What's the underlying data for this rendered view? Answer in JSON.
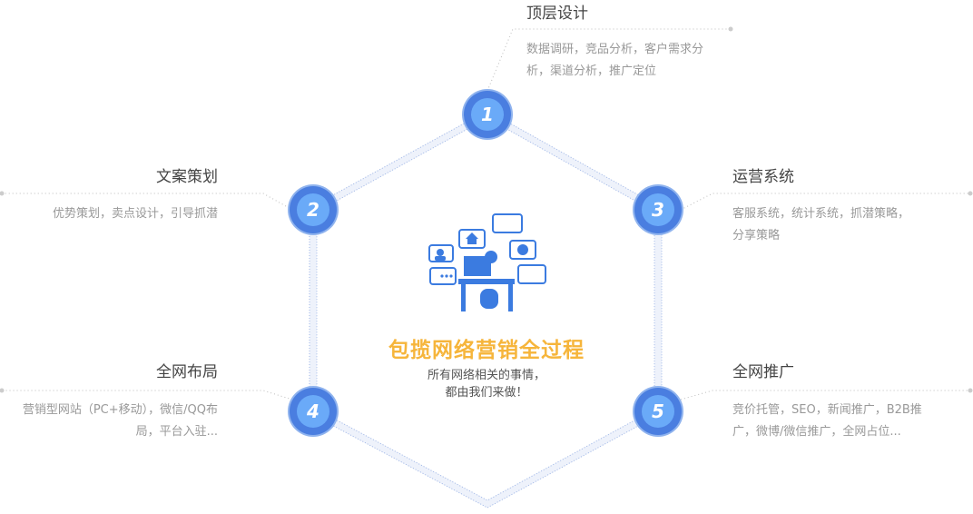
{
  "center": {
    "title": "包揽网络营销全过程",
    "subtitle_line1": "所有网络相关的事情，",
    "subtitle_line2": "都由我们来做！",
    "icon": "desk-worker-icon"
  },
  "steps": [
    {
      "num": "1",
      "title": "顶层设计",
      "desc": "数据调研，竞品分析，客户需求分析，渠道分析，推广定位"
    },
    {
      "num": "2",
      "title": "文案策划",
      "desc": "优势策划，卖点设计，引导抓潜"
    },
    {
      "num": "3",
      "title": "运营系统",
      "desc": "客服系统，统计系统，抓潜策略，分享策略"
    },
    {
      "num": "4",
      "title": "全网布局",
      "desc": "营销型网站（PC+移动），微信/QQ布局，平台入驻..."
    },
    {
      "num": "5",
      "title": "全网推广",
      "desc": "竞价托管，SEO，新闻推广，B2B推广，微博/微信推广，全网占位..."
    }
  ],
  "colors": {
    "accent": "#4a7ee0",
    "highlight": "#f6b53b"
  }
}
